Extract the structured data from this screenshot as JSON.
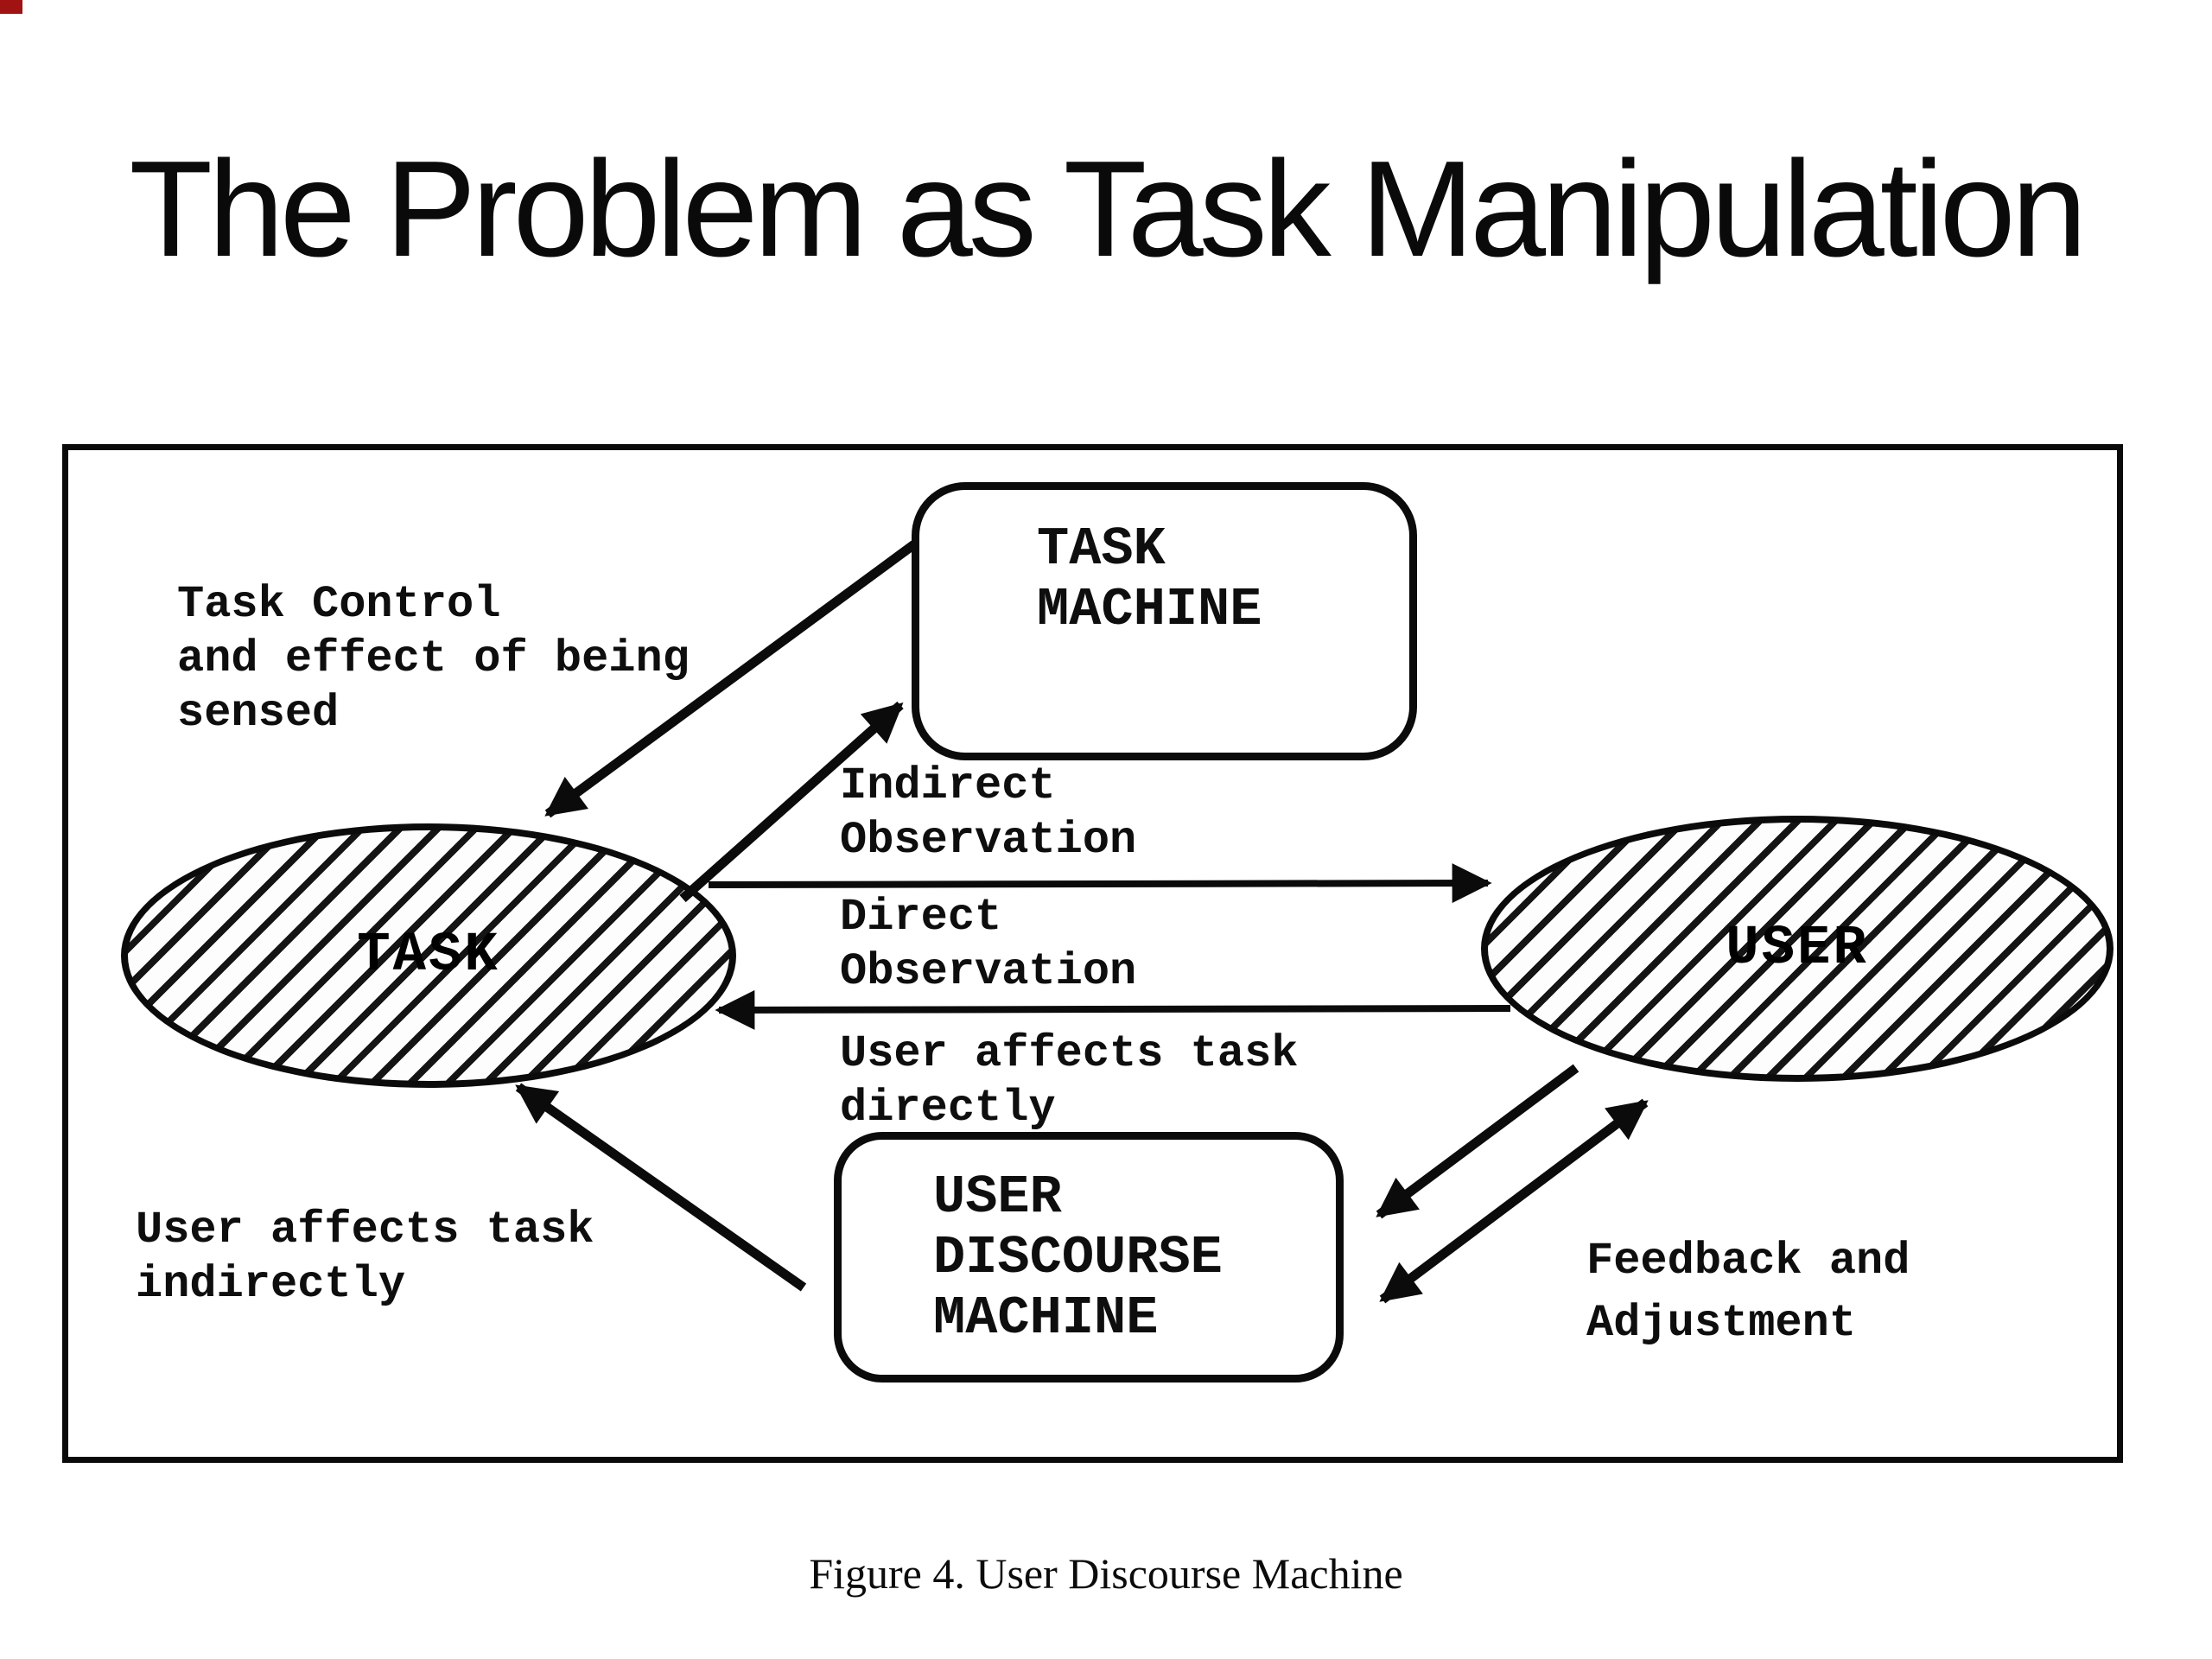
{
  "slide": {
    "title": "The Problem as Task Manipulation"
  },
  "figure": {
    "caption": "Figure 4. User Discourse Machine",
    "nodes": {
      "task_machine": {
        "lines": [
          "TASK",
          "MACHINE"
        ]
      },
      "user_discourse_machine": {
        "lines": [
          "USER",
          "DISCOURSE",
          "MACHINE"
        ]
      },
      "task_ellipse": {
        "label": "TASK"
      },
      "user_ellipse": {
        "label": "USER"
      }
    },
    "annotations": {
      "task_control": {
        "lines": [
          "Task Control",
          "and effect of being",
          "sensed"
        ]
      },
      "indirect_observation": {
        "lines": [
          "Indirect",
          "Observation"
        ]
      },
      "direct_observation": {
        "lines": [
          "Direct",
          "Observation"
        ]
      },
      "user_affects_directly": {
        "lines": [
          "User affects task",
          "directly"
        ]
      },
      "user_affects_indirectly": {
        "lines": [
          "User affects task",
          "indirectly"
        ]
      },
      "feedback_adjustment": {
        "lines": [
          "Feedback and",
          "Adjustment"
        ]
      }
    },
    "colors": {
      "ink": "#0b0b0b",
      "background": "#ffffff",
      "corner_mark": "#a11212"
    }
  }
}
